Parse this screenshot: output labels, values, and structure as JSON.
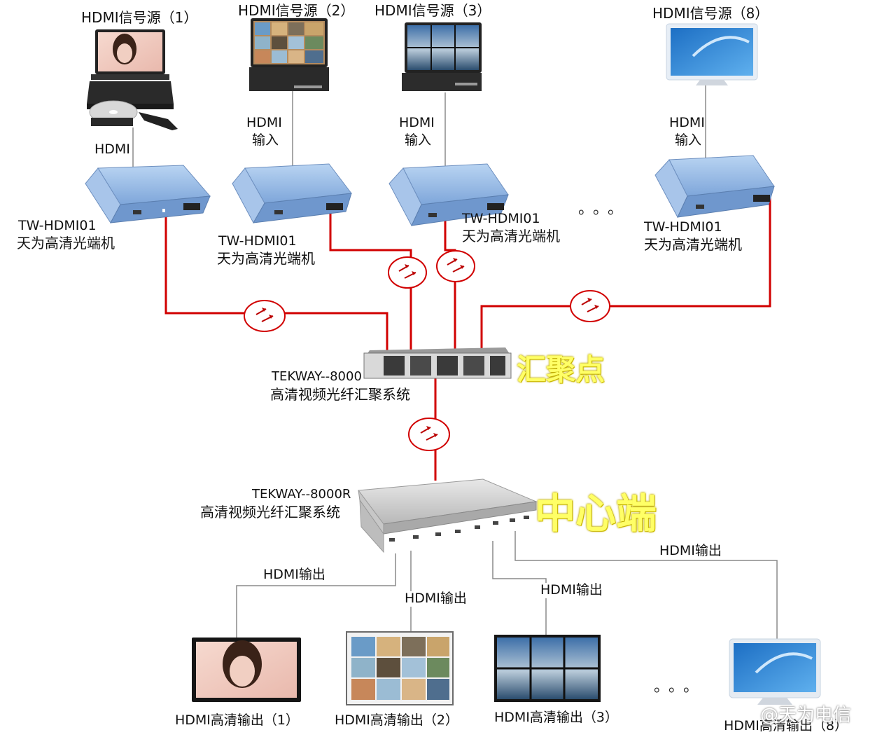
{
  "sources": [
    {
      "title": "HDMI信号源（1）",
      "link": "HDMI",
      "model": "TW-HDMI01",
      "name": "天为高清光端机"
    },
    {
      "title": "HDMI信号源（2）",
      "link_line1": "HDMI",
      "link_line2": "输入",
      "model": "TW-HDMI01",
      "name": "天为高清光端机"
    },
    {
      "title": "HDMI信号源（3）",
      "link_line1": "HDMI",
      "link_line2": "输入",
      "model": "TW-HDMI01",
      "name": "天为高清光端机"
    },
    {
      "title": "HDMI信号源（8）",
      "link_line1": "HDMI",
      "link_line2": "输入",
      "model": "TW-HDMI01",
      "name": "天为高清光端机"
    }
  ],
  "ellipsis": "。。。",
  "aggregator": {
    "model": "TEKWAY--8000",
    "name": "高清视频光纤汇聚系统",
    "badge": "汇聚点"
  },
  "center": {
    "model": "TEKWAY--8000R",
    "name": "高清视频光纤汇聚系统",
    "badge": "中心端"
  },
  "outputs": [
    {
      "link": "HDMI输出",
      "label": "HDMI高清输出（1）"
    },
    {
      "link": "HDMI输出",
      "label": "HDMI高清输出（2）"
    },
    {
      "link": "HDMI输出",
      "label": "HDMI高清输出（3）"
    },
    {
      "link": "HDMI输出",
      "label": "HDMI高清输出（8）"
    }
  ],
  "watermark": "@天为电信",
  "colors": {
    "fiber": "#d10000",
    "device_blue": "#8fb6e6",
    "badge_yellow": "#ffff66"
  },
  "icons": [
    "fiber-link-icon",
    "dvd-player-icon",
    "laptop-icon",
    "monitor-icon",
    "tv-icon"
  ]
}
